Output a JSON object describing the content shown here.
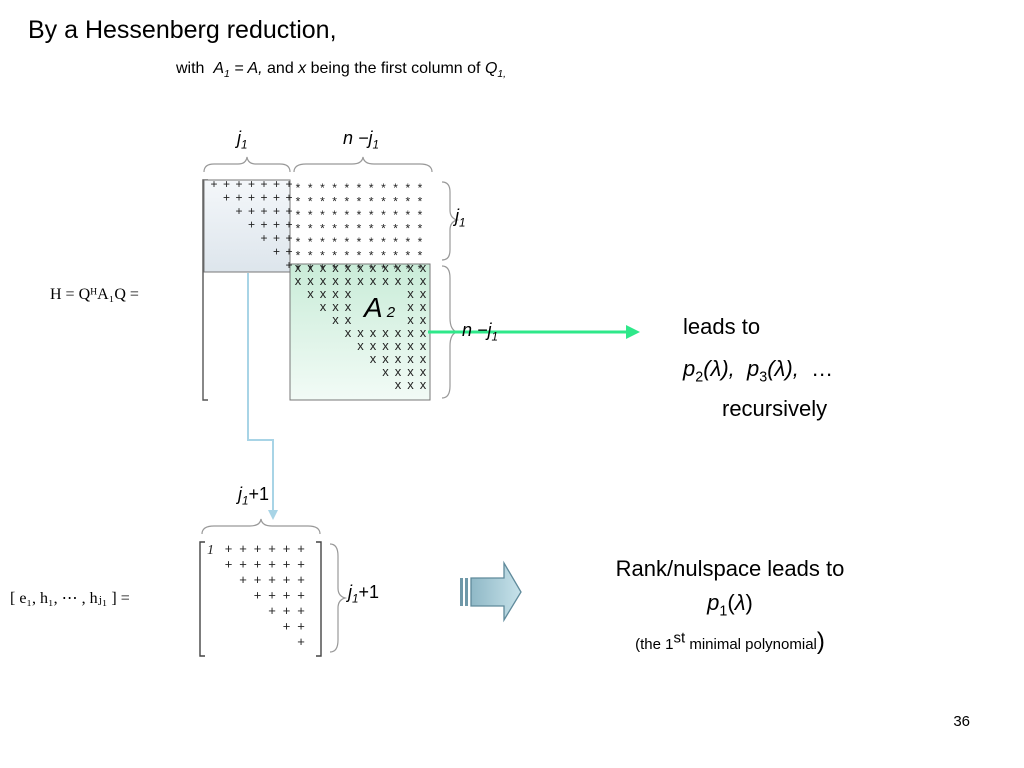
{
  "slide": {
    "title": "By a Hessenberg reduction,",
    "subtitle": {
      "with": "with",
      "a1": "A",
      "a1_sub": "1",
      "eq": "= A,",
      "and": "and",
      "x": "x",
      "rest": "being the first column of",
      "q": "Q",
      "q_sub": "1,"
    },
    "page_number": "36"
  },
  "top_diagram": {
    "lhs": "H = QᴴA₁Q =",
    "brace_labels": {
      "top_j": "j",
      "top_j_sub": "1",
      "top_nj": "n −j",
      "top_nj_sub": "1",
      "right_j": "j",
      "right_j_sub": "1",
      "right_nj": "n −j",
      "right_nj_sub": "1"
    },
    "block_label": "A",
    "block_label_sub": "2",
    "plus_glyph": "+",
    "star_glyph": "*",
    "x_glyph": "x"
  },
  "bottom_diagram": {
    "lhs": "[ e₁, h₁, ⋯ , hⱼ₁ ] =",
    "top_label": "j",
    "top_label_sub": "1",
    "top_label_suffix": "+1",
    "right_label": "j",
    "right_label_sub": "1",
    "right_label_suffix": "+1",
    "first_entry": "1",
    "plus_glyph": "+"
  },
  "right_text": {
    "leads_to": "leads to",
    "p2": "p",
    "p2_sub": "2",
    "p2_arg": "(λ),",
    "p3": "p",
    "p3_sub": "3",
    "p3_arg": "(λ),",
    "ellipsis": "…",
    "recursively": "recursively"
  },
  "bottom_text": {
    "rank_line": "Rank/nulspace leads to",
    "p1": "p",
    "p1_sub": "1",
    "p1_arg_open": "(",
    "lambda": "λ",
    "p1_arg_close": ")",
    "paren_open": "(the 1",
    "st": "st",
    "paren_rest": " minimal polynomial",
    "paren_close": ")"
  },
  "colors": {
    "arrow_green": "#2ee88a",
    "connector_blue": "#a8d4e6",
    "block_fill_top": "#e6ecf2",
    "block_fill_a2": "#d8f0e4",
    "fat_arrow_fill": "#a8ccd6"
  }
}
